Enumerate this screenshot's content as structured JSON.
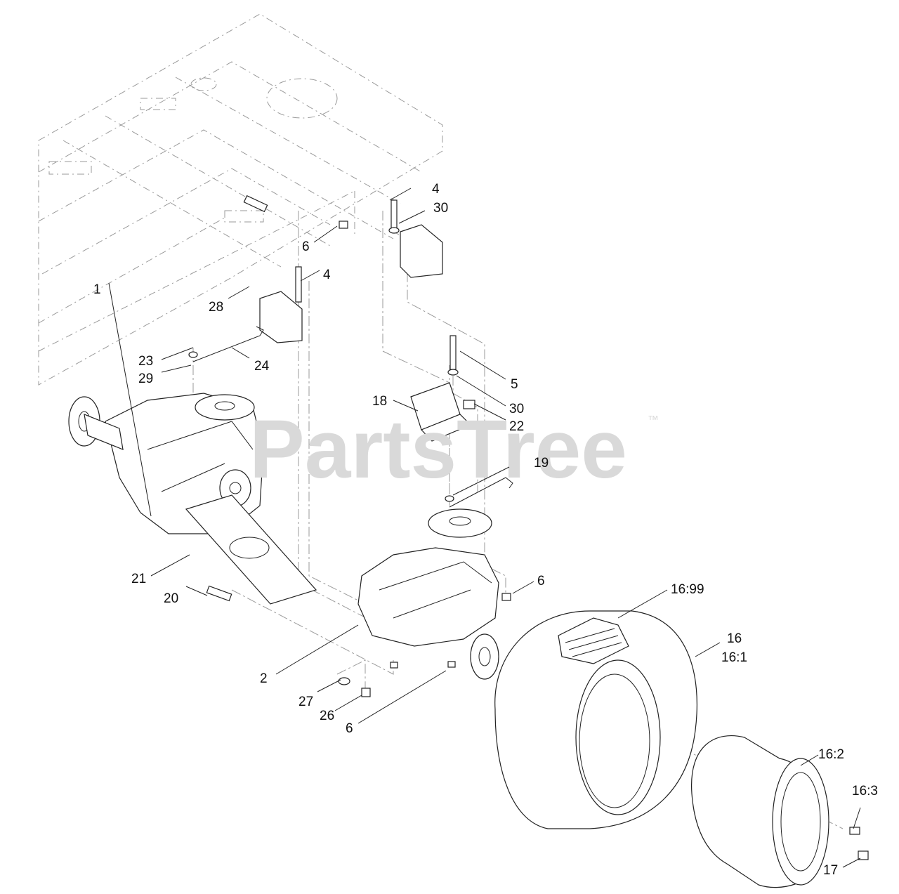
{
  "watermark": {
    "text": "PartsTree",
    "trademark": "™"
  },
  "callouts": [
    {
      "id": "c1",
      "text": "1"
    },
    {
      "id": "c2",
      "text": "2"
    },
    {
      "id": "c4a",
      "text": "4"
    },
    {
      "id": "c4b",
      "text": "4"
    },
    {
      "id": "c5",
      "text": "5"
    },
    {
      "id": "c6a",
      "text": "6"
    },
    {
      "id": "c6b",
      "text": "6"
    },
    {
      "id": "c6c",
      "text": "6"
    },
    {
      "id": "c16",
      "text": "16"
    },
    {
      "id": "c16_1",
      "text": "16:1"
    },
    {
      "id": "c16_2",
      "text": "16:2"
    },
    {
      "id": "c16_3",
      "text": "16:3"
    },
    {
      "id": "c16_99",
      "text": "16:99"
    },
    {
      "id": "c17",
      "text": "17"
    },
    {
      "id": "c18",
      "text": "18"
    },
    {
      "id": "c19",
      "text": "19"
    },
    {
      "id": "c20",
      "text": "20"
    },
    {
      "id": "c21",
      "text": "21"
    },
    {
      "id": "c22",
      "text": "22"
    },
    {
      "id": "c23",
      "text": "23"
    },
    {
      "id": "c24",
      "text": "24"
    },
    {
      "id": "c26",
      "text": "26"
    },
    {
      "id": "c27",
      "text": "27"
    },
    {
      "id": "c28",
      "text": "28"
    },
    {
      "id": "c29",
      "text": "29"
    },
    {
      "id": "c30a",
      "text": "30"
    },
    {
      "id": "c30b",
      "text": "30"
    }
  ]
}
